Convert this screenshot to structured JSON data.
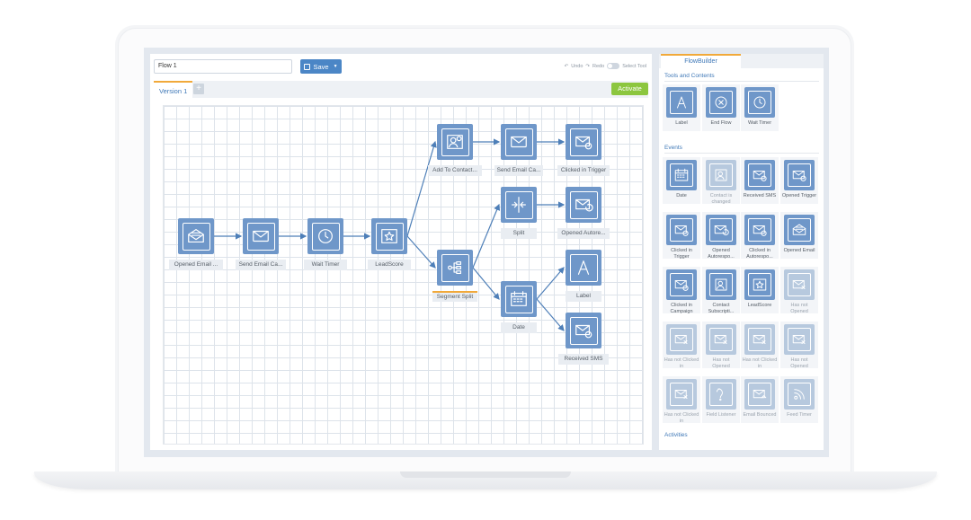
{
  "toolbar": {
    "flow_name": "Flow 1",
    "save_label": "Save",
    "undo_label": "Undo",
    "redo_label": "Redo",
    "select_tool_label": "Select Tool"
  },
  "tabs": {
    "version_label": "Version 1",
    "add_label": "+",
    "activate_label": "Activate"
  },
  "flow_nodes": [
    {
      "label": "Opened Email ...",
      "icon": "opened-email-icon"
    },
    {
      "label": "Send Email Ca...",
      "icon": "envelope-icon"
    },
    {
      "label": "Wait Timer",
      "icon": "clock-icon"
    },
    {
      "label": "LeadScore",
      "icon": "star-icon"
    },
    {
      "label": "Add To Contact...",
      "icon": "add-contact-icon"
    },
    {
      "label": "Send Email Ca...",
      "icon": "envelope-icon"
    },
    {
      "label": "Clicked in Trigger",
      "icon": "click-icon"
    },
    {
      "label": "Segment Split",
      "icon": "segment-icon"
    },
    {
      "label": "Split",
      "icon": "split-icon"
    },
    {
      "label": "Opened Autore...",
      "icon": "autoresponder-icon"
    },
    {
      "label": "Date",
      "icon": "calendar-icon"
    },
    {
      "label": "Label",
      "icon": "label-icon"
    },
    {
      "label": "Received SMS",
      "icon": "sms-icon"
    }
  ],
  "panel": {
    "tab_label": "FlowBuilder",
    "tools_title": "Tools and Contents",
    "tools": [
      {
        "label": "Label",
        "icon": "label-icon"
      },
      {
        "label": "End Flow",
        "icon": "end-flow-icon"
      },
      {
        "label": "Wait Timer",
        "icon": "clock-icon"
      }
    ],
    "events_title": "Events",
    "events": [
      {
        "label": "Date",
        "icon": "calendar-icon",
        "enabled": true
      },
      {
        "label": "Contact is changed",
        "icon": "contact-icon",
        "enabled": false
      },
      {
        "label": "Received SMS",
        "icon": "sms-icon",
        "enabled": true
      },
      {
        "label": "Opened Trigger",
        "icon": "trigger-icon",
        "enabled": true
      },
      {
        "label": "Clicked in Trigger",
        "icon": "click-icon",
        "enabled": true
      },
      {
        "label": "Opened Autorespo...",
        "icon": "autoresponder-icon",
        "enabled": true
      },
      {
        "label": "Clicked in Autorespo...",
        "icon": "click-icon",
        "enabled": true
      },
      {
        "label": "Opened Email",
        "icon": "opened-email-icon",
        "enabled": true
      },
      {
        "label": "Clicked in Campaign",
        "icon": "click-icon",
        "enabled": true
      },
      {
        "label": "Contact Subscripti...",
        "icon": "contact-icon",
        "enabled": true
      },
      {
        "label": "LeadScore",
        "icon": "star-icon",
        "enabled": true
      },
      {
        "label": "Has not Opened",
        "icon": "envelope-x-icon",
        "enabled": false
      },
      {
        "label": "Has not Clicked in",
        "icon": "envelope-x-icon",
        "enabled": false
      },
      {
        "label": "Has not Opened",
        "icon": "envelope-x-icon",
        "enabled": false
      },
      {
        "label": "Has not Clicked in",
        "icon": "envelope-x-icon",
        "enabled": false
      },
      {
        "label": "Has not Opened",
        "icon": "envelope-x-icon",
        "enabled": false
      },
      {
        "label": "Has not Clicked in",
        "icon": "envelope-x-icon",
        "enabled": false
      },
      {
        "label": "Field Listener",
        "icon": "field-icon",
        "enabled": false
      },
      {
        "label": "Email Bounced",
        "icon": "bounce-icon",
        "enabled": false
      },
      {
        "label": "Feed Timer",
        "icon": "feed-icon",
        "enabled": false
      }
    ],
    "activities_title": "Activities"
  }
}
